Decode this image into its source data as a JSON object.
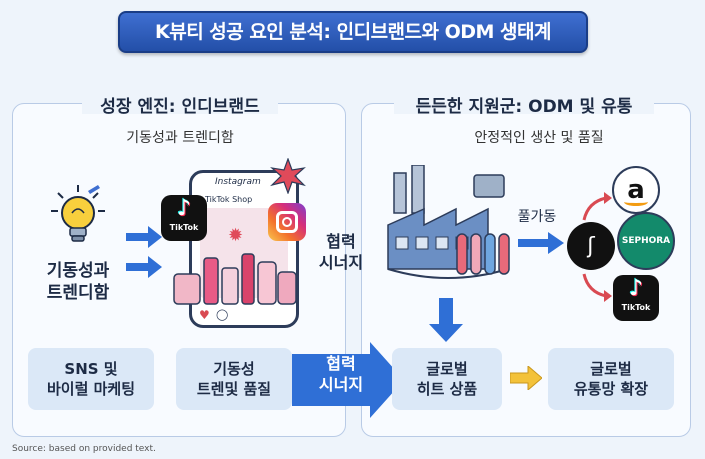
{
  "title": "K뷰티 성공 요인 분석: 인디브랜드와 ODM 생태계",
  "left_panel": {
    "title": "성장 엔진: 인디브랜드",
    "subtitle": "기동성과 트렌디함",
    "icon_label_line1": "기동성과",
    "icon_label_line2": "트렌디함",
    "phone_app_name": "Instagram",
    "phone_shop_label": "TikTok Shop",
    "tiktok_badge": "TikTok"
  },
  "right_panel": {
    "title": "든든한 지원군: ODM 및 유통",
    "subtitle": "안정적인 생산 및 품질",
    "arrow_label": "풀가동",
    "brands": {
      "amazon": "a",
      "sephora": "SEPHORA",
      "tiktok": "TikTok"
    }
  },
  "synergy_mid": {
    "line1": "협력",
    "line2": "시너지"
  },
  "bottom_flow": {
    "box1_line1": "SNS 및",
    "box1_line2": "바이럴 마케팅",
    "box2_line1": "기동성",
    "box2_line2": "트렌및 품질",
    "arrow_line1": "협력",
    "arrow_line2": "시너지",
    "box3_line1": "글로벌",
    "box3_line2": "히트 상품",
    "box4_line1": "글로벌",
    "box4_line2": "유통망 확장"
  },
  "source": "Source: based on provided text.",
  "colors": {
    "title_bg": "#2f5fc2",
    "arrow_blue": "#2f6fd6",
    "box_bg": "#dbe8f7",
    "arrow_yellow": "#f3c23a",
    "arrow_red": "#d94a52"
  }
}
